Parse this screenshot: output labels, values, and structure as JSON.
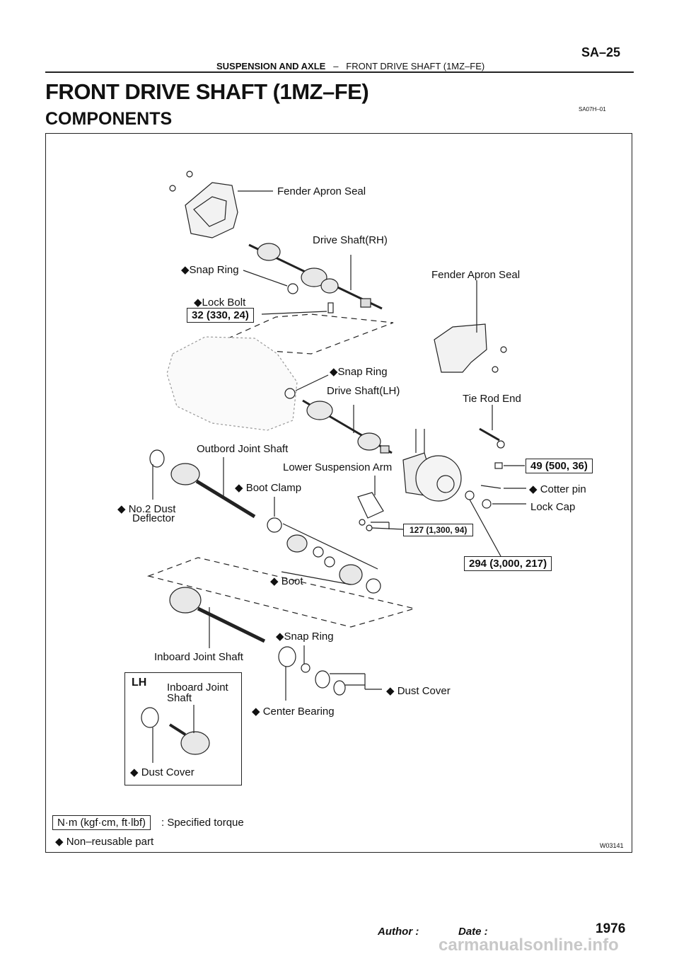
{
  "header": {
    "section": "SUSPENSION AND AXLE",
    "separator": "–",
    "subsection": "FRONT DRIVE SHAFT (1MZ–FE)",
    "page_code": "SA–25"
  },
  "title": "FRONT DRIVE SHAFT (1MZ–FE)",
  "subtitle": "COMPONENTS",
  "doc_code": "SA07H–01",
  "diagram": {
    "labels": {
      "fender_apron_seal_1": "Fender Apron Seal",
      "drive_shaft_rh": "Drive Shaft(RH)",
      "snap_ring_1": "◆Snap Ring",
      "fender_apron_seal_2": "Fender Apron Seal",
      "lock_bolt": "◆Lock Bolt",
      "snap_ring_2": "◆Snap Ring",
      "drive_shaft_lh": "Drive Shaft(LH)",
      "tie_rod_end": "Tie Rod End",
      "outboard_joint_shaft": "Outbord Joint Shaft",
      "lower_suspension_arm": "Lower Suspension Arm",
      "boot_clamp": "◆ Boot Clamp",
      "cotter_pin": "◆ Cotter pin",
      "no2_dust_deflector_1": "◆ No.2 Dust",
      "no2_dust_deflector_2": "Deflector",
      "lock_cap": "Lock Cap",
      "boot": "◆ Boot",
      "snap_ring_3": "◆Snap Ring",
      "inboard_joint_shaft": "Inboard Joint Shaft",
      "dust_cover_1": "◆ Dust Cover",
      "center_bearing": "◆ Center Bearing",
      "lh_title": "LH",
      "lh_inboard_1": "Inboard Joint",
      "lh_inboard_2": "Shaft",
      "dust_cover_2": "◆ Dust Cover"
    },
    "torques": {
      "lock_bolt": "32 (330, 24)",
      "tie_rod_nut": "49 (500, 36)",
      "lower_arm": "127 (1,300, 94)",
      "hub_nut": "294 (3,000, 217)"
    },
    "legend": {
      "unit_box": "N·m (kgf·cm, ft·lbf)",
      "unit_text": ": Specified torque",
      "nonreusable": "◆ Non–reusable part"
    },
    "figure_code": "W03141"
  },
  "footer": {
    "author": "Author :",
    "date": "Date :",
    "page_number": "1976",
    "watermark": "carmanualsonline.info"
  }
}
